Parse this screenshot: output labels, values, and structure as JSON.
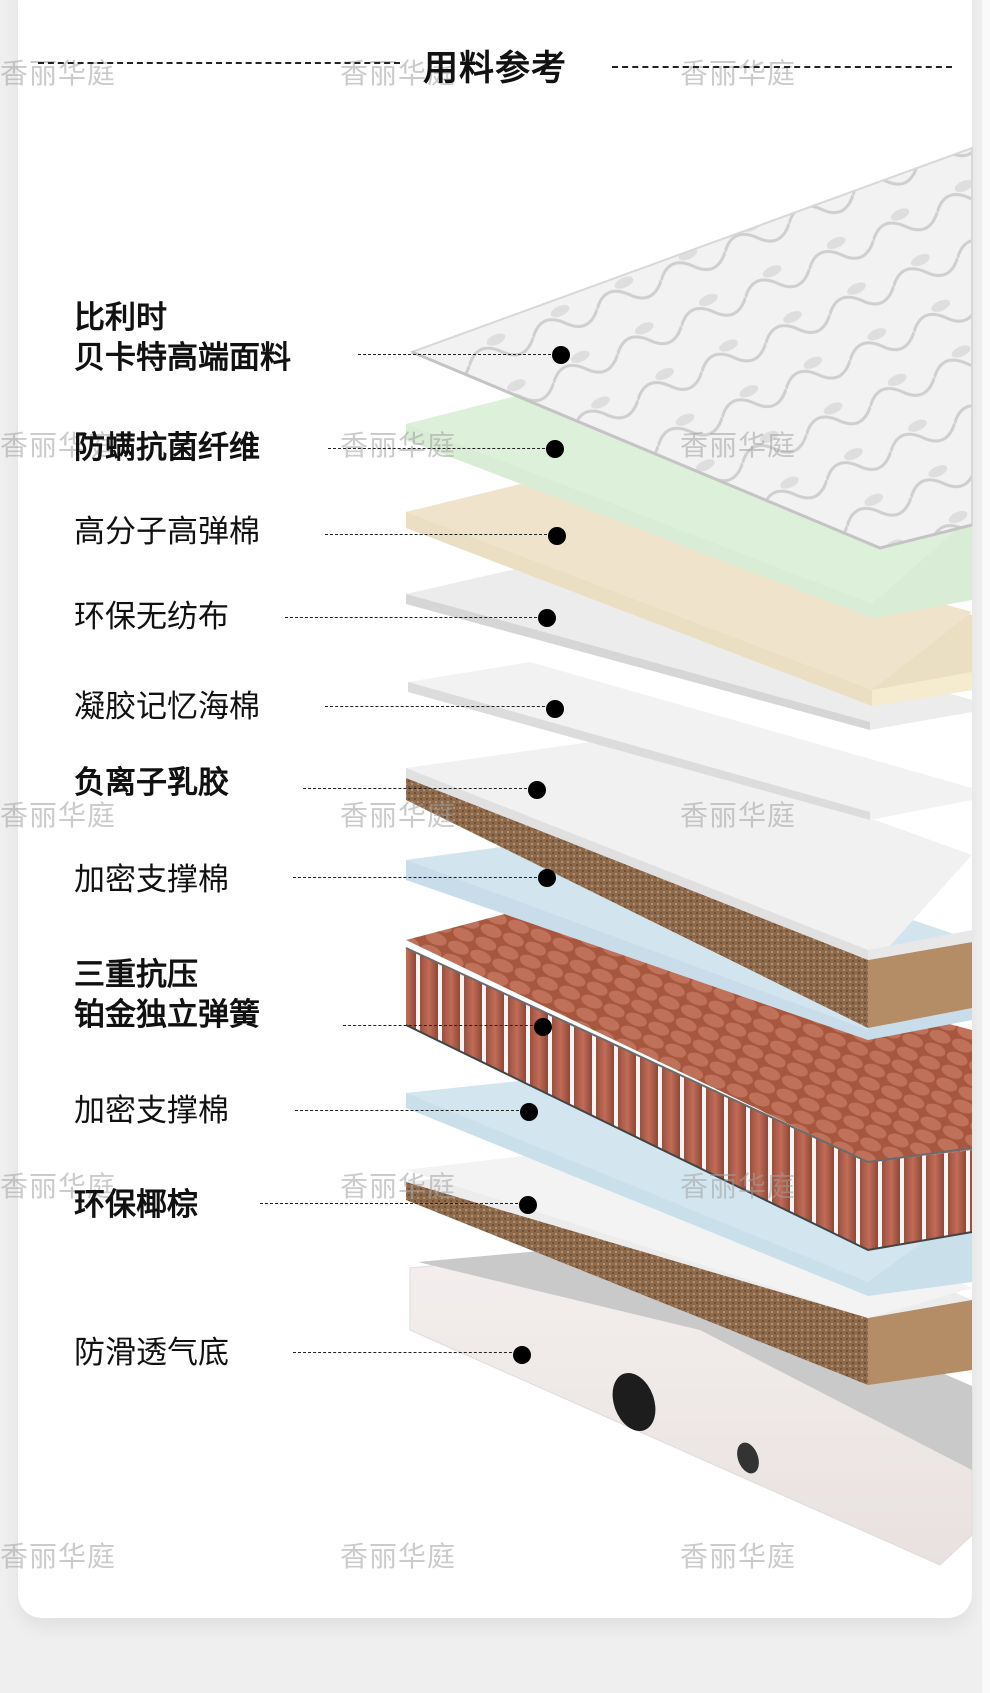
{
  "section_title": "用料参考",
  "watermark_text": "香丽华庭",
  "layers": [
    {
      "lines": [
        "比利时",
        "贝卡特高端面料"
      ],
      "emphasis": "bold",
      "material": "quilted-fabric"
    },
    {
      "lines": [
        "防螨抗菌纤维"
      ],
      "emphasis": "bold",
      "material": "fiber",
      "color": "#d6ebd1"
    },
    {
      "lines": [
        "高分子高弹棉"
      ],
      "emphasis": "regular",
      "material": "foam",
      "color": "#ebe0c6"
    },
    {
      "lines": [
        "环保无纺布"
      ],
      "emphasis": "regular",
      "material": "non-woven",
      "color": "#e6e6e6"
    },
    {
      "lines": [
        "凝胶记忆海棉"
      ],
      "emphasis": "regular",
      "material": "memory-foam",
      "color": "#eeeeee"
    },
    {
      "lines": [
        "负离子乳胶"
      ],
      "emphasis": "bold",
      "material": "latex",
      "color": "#efefef"
    },
    {
      "lines": [
        "加密支撑棉"
      ],
      "emphasis": "regular",
      "material": "support-foam",
      "color": "#cfe3ee"
    },
    {
      "lines": [
        "三重抗压",
        "铂金独立弹簧"
      ],
      "emphasis": "bold",
      "material": "pocket-springs",
      "color": "#b2614c"
    },
    {
      "lines": [
        "加密支撑棉"
      ],
      "emphasis": "regular",
      "material": "support-foam",
      "color": "#cfe3ee"
    },
    {
      "lines": [
        "环保椰棕"
      ],
      "emphasis": "bold",
      "material": "coir",
      "color": "#8a6545"
    },
    {
      "lines": [
        "防滑透气底"
      ],
      "emphasis": "regular",
      "material": "base",
      "color": "#c8c8c8"
    }
  ]
}
